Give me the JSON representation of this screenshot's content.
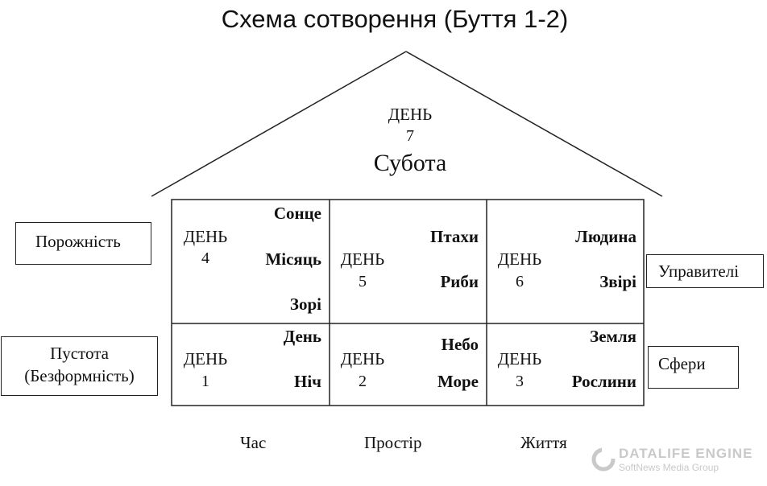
{
  "title": "Схема сотворення (Буття 1-2)",
  "roof": {
    "day_label": "ДЕНЬ",
    "day_number": "7",
    "name": "Субота"
  },
  "cells": [
    {
      "id": "day4",
      "day_label": "ДЕНЬ",
      "day_number": "4",
      "items": [
        "Сонце",
        "Місяць",
        "Зорі"
      ]
    },
    {
      "id": "day5",
      "day_label": "ДЕНЬ",
      "day_number": "5",
      "items": [
        "Птахи",
        "Риби"
      ]
    },
    {
      "id": "day6",
      "day_label": "ДЕНЬ",
      "day_number": "6",
      "items": [
        "Людина",
        "Звірі"
      ]
    },
    {
      "id": "day1",
      "day_label": "ДЕНЬ",
      "day_number": "1",
      "items": [
        "День",
        "Ніч"
      ]
    },
    {
      "id": "day2",
      "day_label": "ДЕНЬ",
      "day_number": "2",
      "items": [
        "Небо",
        "Море"
      ]
    },
    {
      "id": "day3",
      "day_label": "ДЕНЬ",
      "day_number": "3",
      "items": [
        "Земля",
        "Рослини"
      ]
    }
  ],
  "side_boxes": {
    "left_top": "Порожність",
    "left_bottom_line1": "Пустота",
    "left_bottom_line2": "(Безформність)",
    "right_top": "Управителі",
    "right_bottom": "Сфери"
  },
  "footer": {
    "col1": "Час",
    "col2": "Простір",
    "col3": "Життя"
  },
  "watermark": {
    "brand": "DATALIFE ENGINE",
    "sub": "SoftNews Media Group"
  },
  "colors": {
    "line": "#222222",
    "text": "#111111",
    "watermark": "#c9c9c9"
  }
}
